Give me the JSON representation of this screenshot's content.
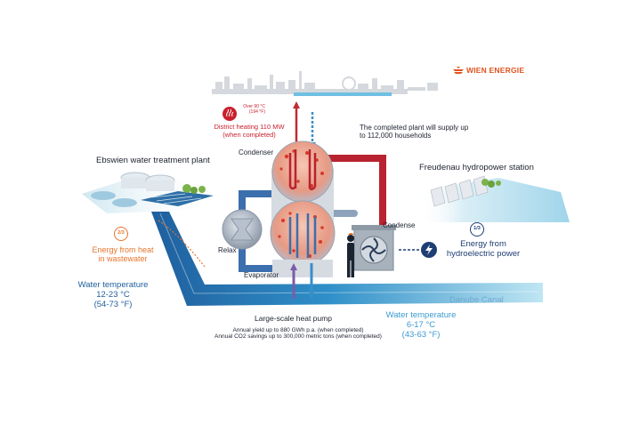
{
  "brand": {
    "name": "WIEN ENERGIE"
  },
  "labels": {
    "treatment_plant": "Ebswien water treatment plant",
    "hydropower_station": "Freudenau hydropower station",
    "completed_plant": "The completed plant will supply up to 112,000 households",
    "district_heating": "District heating 110 MW (when completed)",
    "over_90": "Over 90 °C (194 °F)",
    "condenser": "Condenser",
    "condense": "Condense",
    "relax": "Relax",
    "evaporator": "Evaporator",
    "heat_pump": "Large-scale heat pump",
    "annual_yield": "Annual yield up to 880 GWh p.a. (when completed)",
    "co2_savings": "Annual CO2 savings up to 300,000 metric tons (when completed)",
    "danube_canal": "Danube Canal"
  },
  "left_badge": {
    "value": "2/3",
    "text_line1": "Energy from heat",
    "text_line2": "in wastewater"
  },
  "right_badge": {
    "value": "1/3",
    "text_line1": "Energy from",
    "text_line2": "hydroelectric power"
  },
  "left_temp": {
    "line1": "Water temperature",
    "line2": "12-23 °C",
    "line3": "(54-73 °F)"
  },
  "right_temp": {
    "line1": "Water temperature",
    "line2": "6-17 °C",
    "line3": "(43-63 °F)"
  },
  "icons": {
    "logo": "wien-energie-logo-icon",
    "heat": "heat-waves-icon",
    "power": "lightning-bolt-icon",
    "worker": "worker-silhouette-icon",
    "compressor": "compressor-fan-icon"
  },
  "colors": {
    "orange": "#e9742b",
    "navy": "#1f3e73",
    "red": "#c8202e",
    "water_blue": "#2e8ec7",
    "pipe_hot": "#b8232f",
    "pipe_cold": "#3c6fae"
  }
}
